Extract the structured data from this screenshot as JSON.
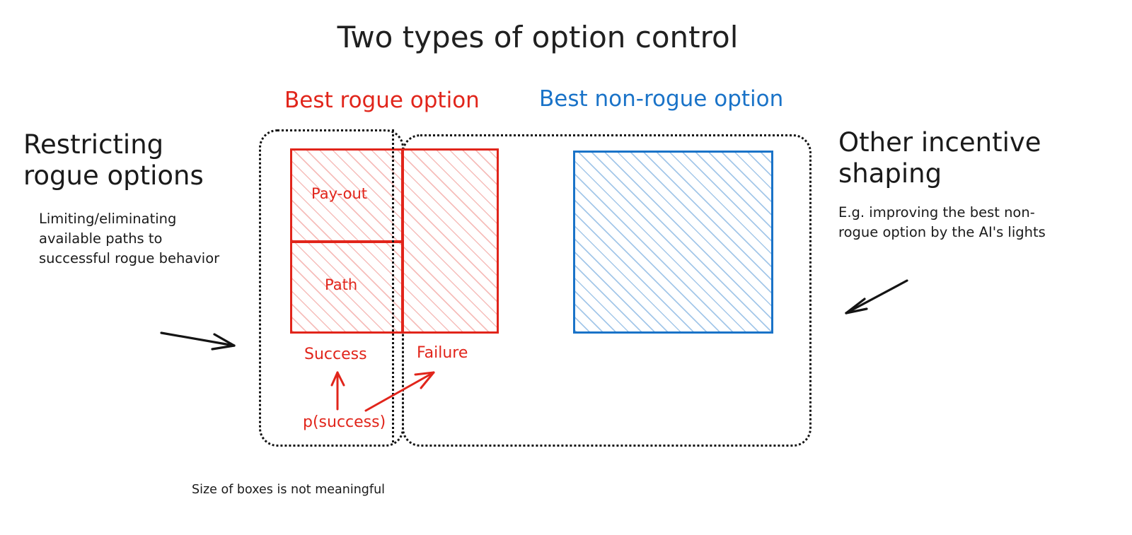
{
  "title": "Two types of option control",
  "columns": {
    "rogue_heading": "Best rogue option",
    "nonrogue_heading": "Best non-rogue option"
  },
  "left_panel": {
    "title": "Restricting\nrogue options",
    "body": "Limiting/eliminating\navailable paths to\nsuccessful rogue behavior"
  },
  "right_panel": {
    "title": "Other incentive\nshaping",
    "body": "E.g. improving the best non-\nrogue option by the AI's lights"
  },
  "rogue_box": {
    "payout_label": "Pay-out",
    "path_label": "Path",
    "success_label": "Success",
    "failure_label": "Failure",
    "p_success_label": "p(success)"
  },
  "caption": "Size of boxes is not meaningful",
  "colors": {
    "rogue_red": "#e1251b",
    "nonrogue_blue": "#1a73c8",
    "text_black": "#1a1a1a",
    "dotted_black": "#141414",
    "background": "#ffffff"
  },
  "icons": {
    "left_arrow": "arrow-right-icon",
    "right_arrow": "arrow-down-left-icon",
    "success_arrow": "arrow-up-icon",
    "failure_arrow": "arrow-up-right-icon"
  }
}
